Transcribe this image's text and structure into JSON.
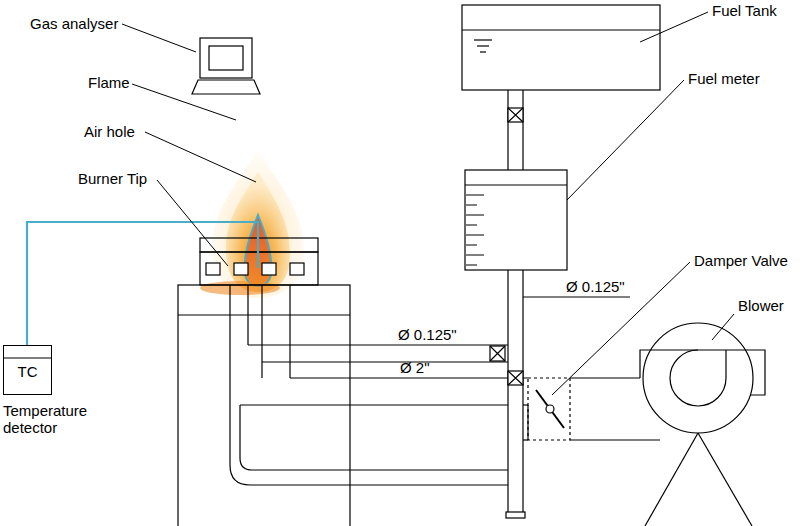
{
  "diagram": {
    "nodes": [
      {
        "text": [
          "TC",
          "Temperature detector"
        ]
      }
    ],
    "labels": [
      "Fuel Tank",
      "Gas analyser",
      "Flame",
      "Fuel meter",
      "Air hole",
      "Damper Valve",
      "Burner Tip",
      "Blower",
      "Ø 0.125\"",
      "Ø 0.125\"",
      "Ø 2\""
    ]
  }
}
